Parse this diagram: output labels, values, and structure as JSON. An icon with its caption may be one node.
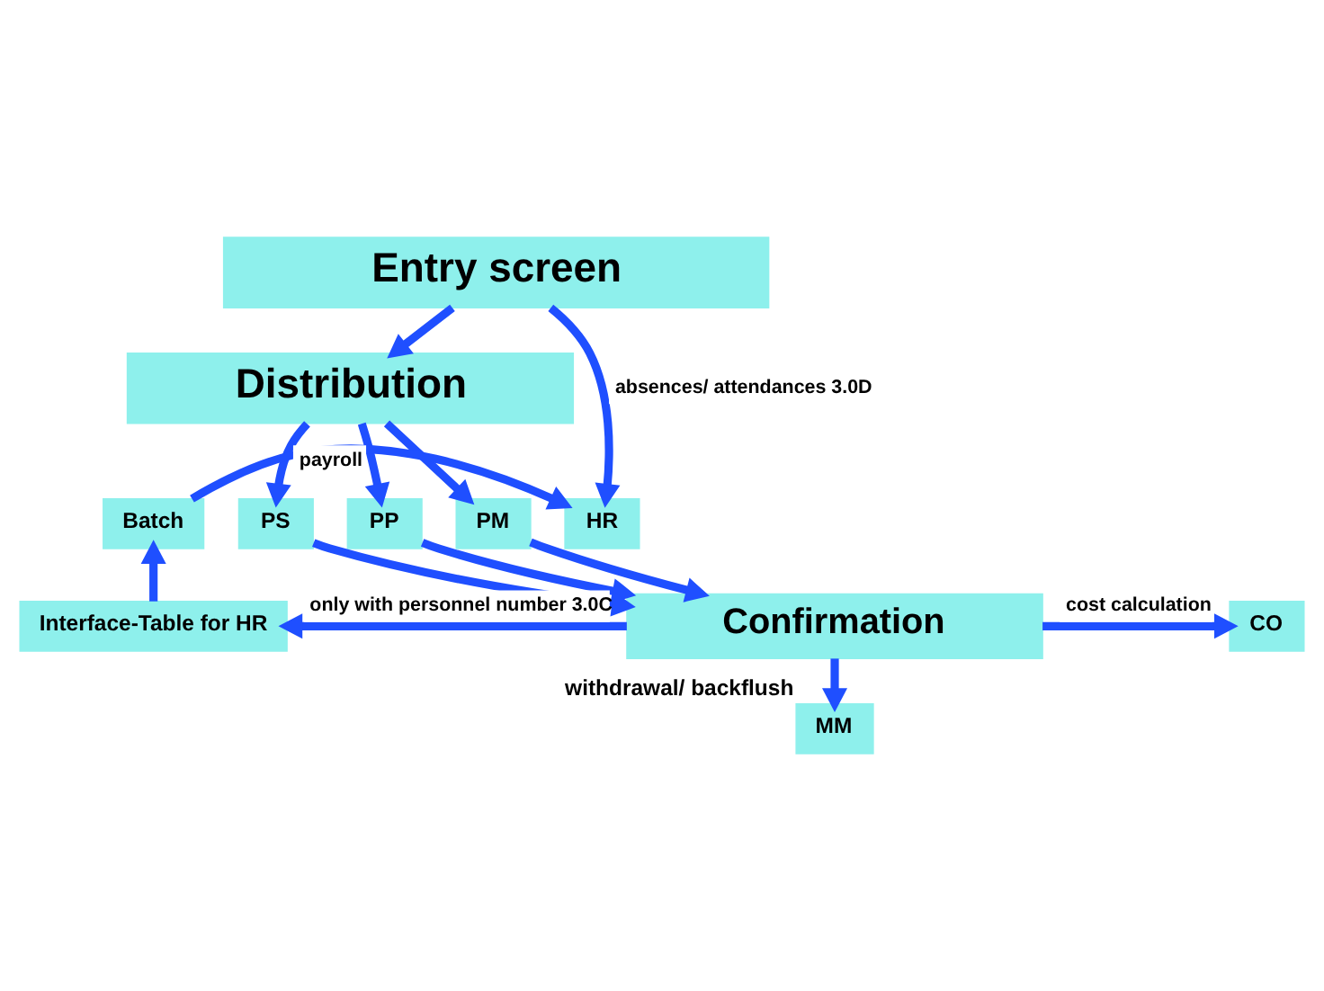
{
  "diagram": {
    "nodes": [
      {
        "text": [
          "Entry screen"
        ]
      },
      {
        "text": [
          "Distribution"
        ]
      },
      {
        "text": [
          "Batch"
        ]
      },
      {
        "text": [
          "HR"
        ]
      },
      {
        "text": [
          "PP"
        ]
      },
      {
        "text": [
          "PM"
        ]
      },
      {
        "text": [
          "PS"
        ]
      },
      {
        "text": [
          "Interface-Table for HR"
        ]
      },
      {
        "text": [
          "Confirmation"
        ]
      },
      {
        "text": [
          "CO"
        ]
      },
      {
        "text": [
          "MM"
        ],
        "beside": [
          "withdrawal/ backflush"
        ]
      }
    ],
    "edges": [
      {
        "from": 0,
        "to": 1,
        "arrow": "to"
      },
      {
        "from": 0,
        "to": 3,
        "arrow": "to",
        "label": "absences/ attendances 3.0D"
      },
      {
        "from": 1,
        "to": 4,
        "arrow": "to"
      },
      {
        "from": 1,
        "to": 5,
        "arrow": "to"
      },
      {
        "from": 1,
        "to": 6,
        "arrow": "to"
      },
      {
        "from": 2,
        "to": 3,
        "arrow": "to",
        "label": "payroll"
      },
      {
        "from": 4,
        "to": 8,
        "arrow": "to"
      },
      {
        "from": 5,
        "to": 8,
        "arrow": "to"
      },
      {
        "from": 6,
        "to": 8,
        "arrow": "to"
      },
      {
        "from": 7,
        "to": 2,
        "arrow": "to"
      },
      {
        "from": 8,
        "to": 7,
        "arrow": "to",
        "label": "only with personnel number 3.0C"
      },
      {
        "from": 8,
        "to": 9,
        "arrow": "to",
        "label": "cost calculation"
      },
      {
        "from": 8,
        "to": 10,
        "arrow": "to"
      }
    ]
  }
}
